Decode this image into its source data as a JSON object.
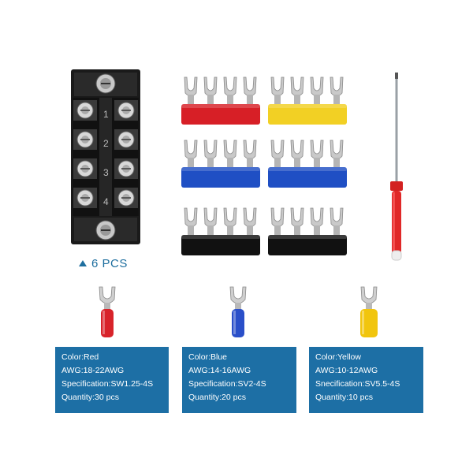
{
  "terminal_block": {
    "numbers": [
      "1",
      "2",
      "3",
      "4"
    ],
    "quantity_label": "6 PCS"
  },
  "jumper_colors": {
    "red": "#d71f26",
    "yellow": "#f2d024",
    "blue": "#1f4fc4",
    "black": "#111111"
  },
  "cards": [
    {
      "color_line": "Color:Red",
      "awg_line": "AWG:18-22AWG",
      "spec_line": "Specification:SW1.25-4S",
      "qty_line": "Quantity:30 pcs",
      "terminal_color": "#d8232a"
    },
    {
      "color_line": "Color:Blue",
      "awg_line": "AWG:14-16AWG",
      "spec_line": "Specification:SV2-4S",
      "qty_line": "Quantity:20 pcs",
      "terminal_color": "#2a4fc9"
    },
    {
      "color_line": "Color:Yellow",
      "awg_line": "AWG:10-12AWG",
      "spec_line": "Snecification:SV5.5-4S",
      "qty_line": "Quantity:10 pcs",
      "terminal_color": "#f1c50e"
    }
  ],
  "card_background": "#1d6fa5"
}
